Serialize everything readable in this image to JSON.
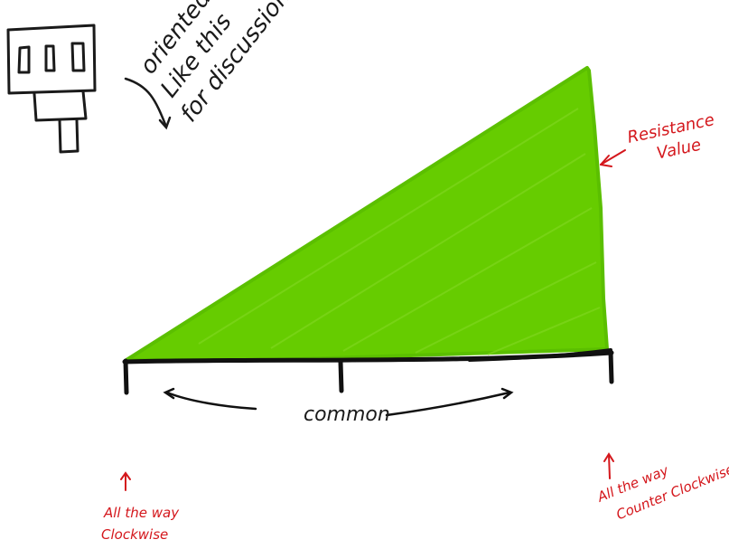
{
  "orientation_note": [
    "oriented",
    "Like this",
    "for discussion"
  ],
  "resistance_label": [
    "Resistance",
    "Value"
  ],
  "common_label": "common",
  "clockwise_label": [
    "All the way",
    "Clockwise"
  ],
  "counter_clockwise_label": [
    "All the way",
    "Counter Clockwise"
  ],
  "colors": {
    "wedge": "#66cc00",
    "ink": "#1a1a1a",
    "annotation": "#d4171c"
  },
  "icons": {
    "potentiometer": "potentiometer-icon"
  }
}
